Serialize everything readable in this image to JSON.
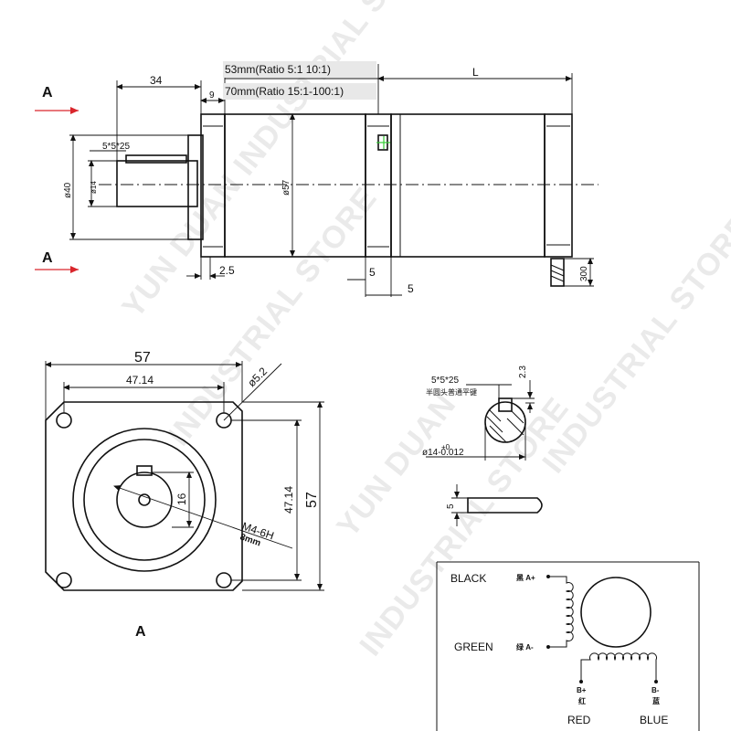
{
  "side_view": {
    "view_marker_top": "A",
    "view_marker_bottom": "A",
    "dim_shaft_length": "34",
    "dim_flange_gap": "9",
    "gearbox_length_1": "53mm(Ratio 5:1 10:1)",
    "gearbox_length_2": "70mm(Ratio 15:1-100:1)",
    "dim_motor_length": "L",
    "dim_key": "5*5*25",
    "dim_body_dia": "ø40",
    "dim_shaft_dia": "ø14",
    "dim_gear_dia": "ø57",
    "dim_flange_thickness": "2.5",
    "dim_gap_1": "5",
    "dim_gap_2": "5",
    "dim_lead": "300"
  },
  "front_view": {
    "dim_width": "57",
    "dim_hole_spacing_h": "47.14",
    "dim_hole_dia": "ø5.2",
    "dim_hole_spacing_v": "47.14",
    "dim_height": "57",
    "dim_shaft_flat": "16",
    "thread_label": "M4-6H",
    "thread_depth": "8mm",
    "view_label": "A"
  },
  "shaft_detail": {
    "key_label": "5*5*25",
    "key_note": "半圆头普通平键",
    "key_depth": "2.3",
    "tol_upper": "+0",
    "shaft_tolerance": "ø14-0.012",
    "key_height": "5"
  },
  "wiring": {
    "wire_a_plus": "BLACK",
    "wire_a_plus_code": "黑 A+",
    "wire_a_minus": "GREEN",
    "wire_a_minus_code": "绿 A-",
    "wire_b_plus_code": "B+",
    "wire_b_plus_cn": "红",
    "wire_b_minus_code": "B-",
    "wire_b_minus_cn": "蓝",
    "wire_b_plus": "RED",
    "wire_b_minus": "BLUE"
  },
  "watermark": {
    "line_1": "YUN DUAN INDUSTRIAL STORE",
    "line_2": "INDUSTRIAL STORE",
    "line_3": "YUN DUAN",
    "line_4": "INDUSTRIAL STORE"
  },
  "colors": {
    "arrow": "#d9262c",
    "line": "#111111",
    "watermark": "#d9d9d9"
  }
}
